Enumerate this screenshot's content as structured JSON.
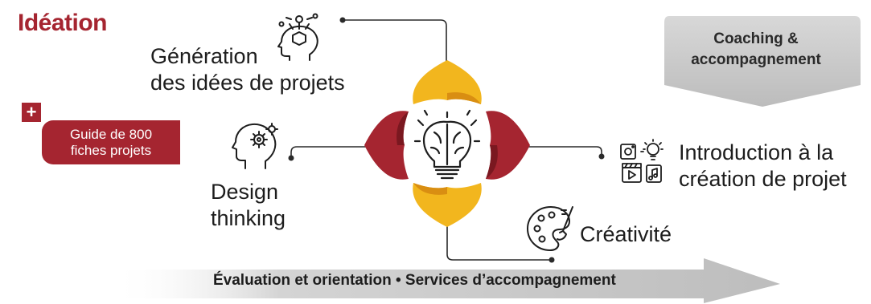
{
  "title": "Idéation",
  "nodes": {
    "generation": [
      "Génération",
      "des idées de projets"
    ],
    "design": [
      "Design",
      "thinking"
    ],
    "introduction": [
      "Introduction à la",
      "création de projet"
    ],
    "creativite": "Créativité"
  },
  "coaching": [
    "Coaching &",
    "accompagnement"
  ],
  "guide": {
    "plus": "+",
    "lines": [
      "Guide de 800",
      "fiches projets"
    ]
  },
  "bottom_banner": "Évaluation et orientation • Services d’accompagnement",
  "colors": {
    "accent_red": "#a52530",
    "accent_yellow": "#f2b61e",
    "grey_banner": "#c9c9c9",
    "text": "#1d1d1d"
  },
  "icons": [
    "head-ideas-icon",
    "head-gears-icon",
    "brain-bulb-icon",
    "media-ideas-icon",
    "palette-icon"
  ]
}
